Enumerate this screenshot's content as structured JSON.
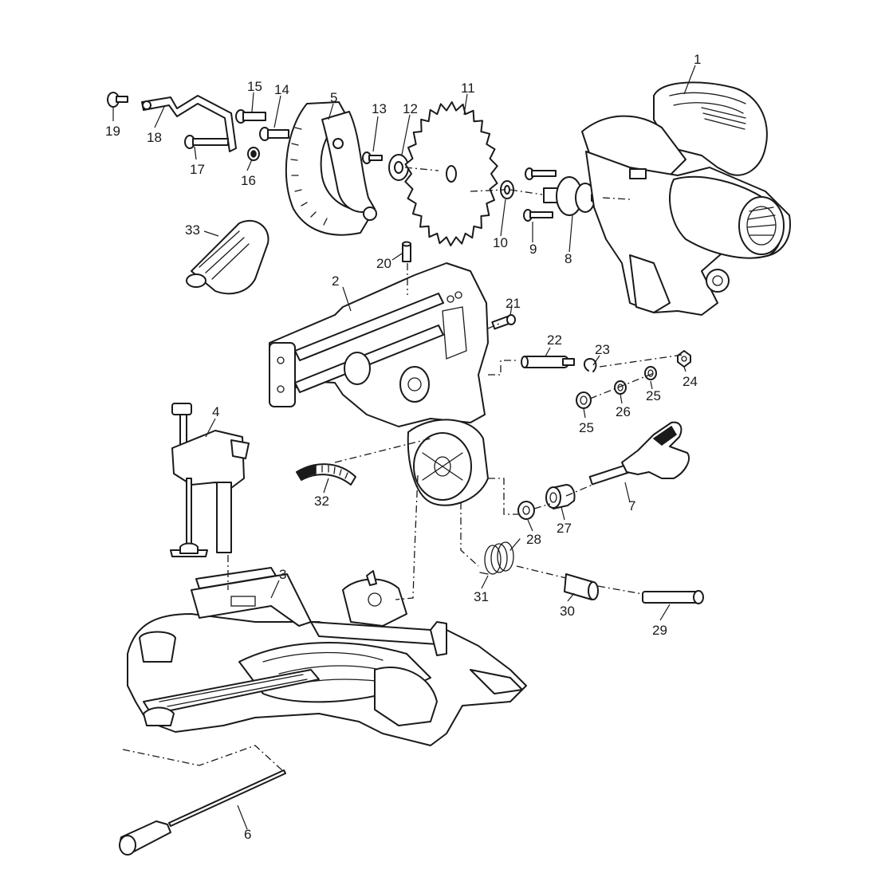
{
  "diagram": {
    "callouts": [
      {
        "id": "1",
        "text": "1"
      },
      {
        "id": "2",
        "text": "2"
      },
      {
        "id": "3",
        "text": "3"
      },
      {
        "id": "4",
        "text": "4"
      },
      {
        "id": "5",
        "text": "5"
      },
      {
        "id": "6",
        "text": "6"
      },
      {
        "id": "7",
        "text": "7"
      },
      {
        "id": "8",
        "text": "8"
      },
      {
        "id": "9",
        "text": "9"
      },
      {
        "id": "10",
        "text": "10"
      },
      {
        "id": "11",
        "text": "11"
      },
      {
        "id": "12",
        "text": "12"
      },
      {
        "id": "13",
        "text": "13"
      },
      {
        "id": "14",
        "text": "14"
      },
      {
        "id": "15",
        "text": "15"
      },
      {
        "id": "16",
        "text": "16"
      },
      {
        "id": "17",
        "text": "17"
      },
      {
        "id": "18",
        "text": "18"
      },
      {
        "id": "19",
        "text": "19"
      },
      {
        "id": "20",
        "text": "20"
      },
      {
        "id": "21",
        "text": "21"
      },
      {
        "id": "22",
        "text": "22"
      },
      {
        "id": "23",
        "text": "23"
      },
      {
        "id": "24",
        "text": "24"
      },
      {
        "id": "25a",
        "text": "25"
      },
      {
        "id": "25b",
        "text": "25"
      },
      {
        "id": "26",
        "text": "26"
      },
      {
        "id": "27",
        "text": "27"
      },
      {
        "id": "28",
        "text": "28"
      },
      {
        "id": "29",
        "text": "29"
      },
      {
        "id": "30",
        "text": "30"
      },
      {
        "id": "31",
        "text": "31"
      },
      {
        "id": "32",
        "text": "32"
      },
      {
        "id": "33",
        "text": "33"
      }
    ]
  }
}
